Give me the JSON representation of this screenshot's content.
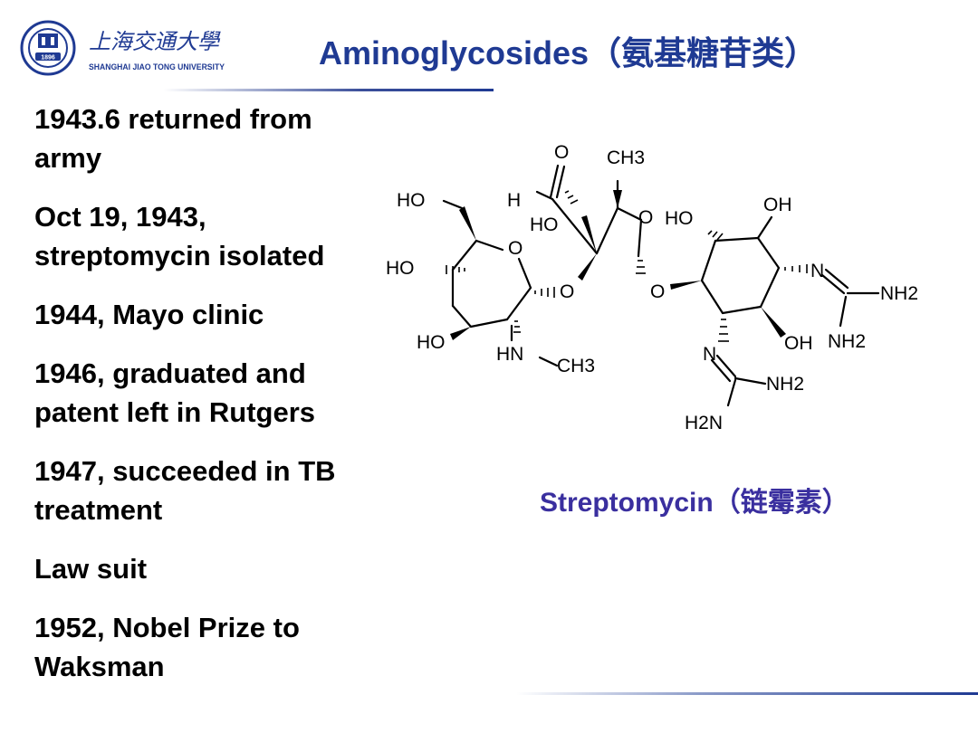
{
  "header": {
    "logo": {
      "chinese_name": "上海交通大學",
      "english_name": "SHANGHAI JIAO TONG UNIVERSITY",
      "seal_year": "1896"
    },
    "title": "Aminoglycosides（氨基糖苷类）"
  },
  "events": [
    "1943.6 returned from army",
    "Oct 19, 1943, streptomycin isolated",
    "1944, Mayo clinic",
    "1946, graduated and patent left in Rutgers",
    "1947, succeeded in TB treatment",
    "Law suit",
    "1952, Nobel Prize to Waksman"
  ],
  "structure": {
    "atoms": {
      "ho_top": "HO",
      "ho_left": "HO",
      "ho_bottom": "HO",
      "o_ring1": "O",
      "o_link1": "O",
      "hn_methyl": "HN",
      "ch3_a": "CH3",
      "h_aldehyde": "H",
      "o_aldehyde": "O",
      "ch3_b": "CH3",
      "ho_mid": "HO",
      "o_ring2": "O",
      "o_link2": "O",
      "ho_ring3": "HO",
      "oh_ring3_top": "OH",
      "oh_ring3_bottom": "OH",
      "n_guan1": "N",
      "nh2_1a": "NH2",
      "nh2_1b": "NH2",
      "n_guan2": "N",
      "nh2_2a": "NH2",
      "h2n_2b": "H2N"
    }
  },
  "caption": "Streptomycin（链霉素）",
  "colors": {
    "title": "#1f3a93",
    "caption": "#3a2f9f",
    "text": "#000000",
    "rule": "#1f3a93"
  }
}
